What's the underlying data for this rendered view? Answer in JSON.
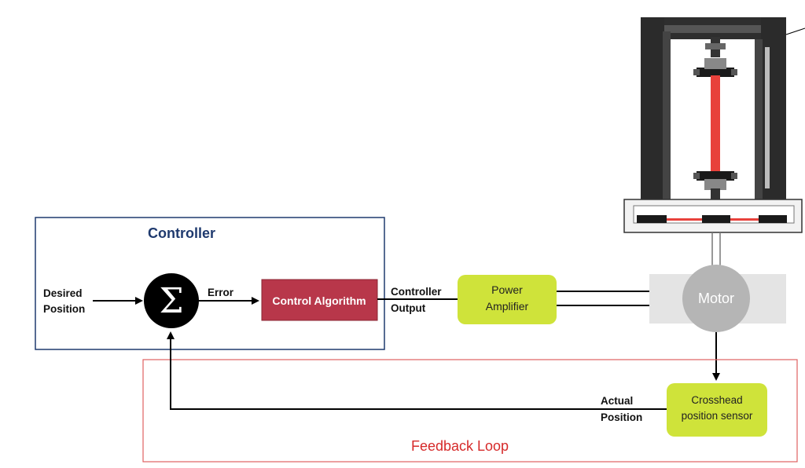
{
  "controller_box": {
    "title": "Controller"
  },
  "desired_position": {
    "line1": "Desired",
    "line2": "Position"
  },
  "summing_junction": {
    "symbol": "Σ"
  },
  "error_label": "Error",
  "control_algorithm": {
    "label": "Control Algorithm"
  },
  "controller_output": {
    "line1": "Controller",
    "line2": "Output"
  },
  "power_amplifier": {
    "line1": "Power",
    "line2": "Amplifier"
  },
  "motor": {
    "label": "Motor"
  },
  "actual_position": {
    "line1": "Actual",
    "line2": "Position"
  },
  "crosshead_sensor": {
    "line1": "Crosshead",
    "line2": "position sensor"
  },
  "feedback_loop": {
    "title": "Feedback Loop"
  },
  "colors": {
    "controller_border": "#1f3a6e",
    "controller_title": "#1f3a6e",
    "feedback_border": "#e06060",
    "feedback_title": "#d62a2a",
    "control_algorithm_fill": "#b8374a",
    "amplifier_fill": "#cfe33a",
    "motor_fill": "#b5b5b5",
    "motor_panel": "#e4e4e4",
    "specimen": "#e8413b"
  }
}
